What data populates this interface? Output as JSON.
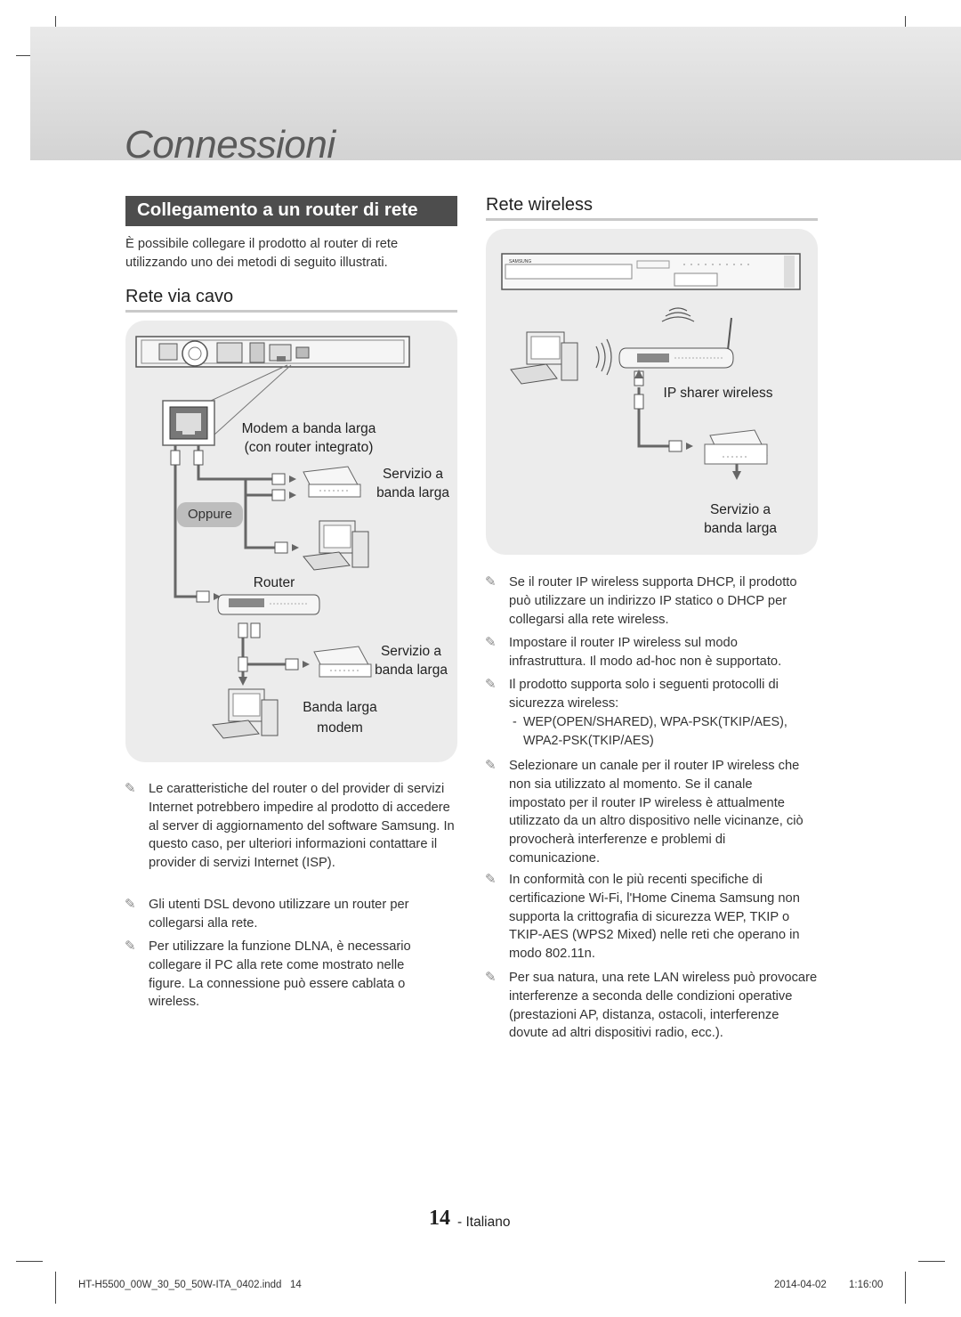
{
  "chapter_title": "Connessioni",
  "section_title": "Collegamento a un router di rete",
  "intro": "È possibile collegare il prodotto al router di rete utilizzando uno dei metodi di seguito illustrati.",
  "wired": {
    "heading": "Rete via cavo",
    "modem_label_1": "Modem a banda larga",
    "modem_label_2": "(con router integrato)",
    "service_1": "Servizio a",
    "service_2": "banda larga",
    "or_label": "Oppure",
    "router_label": "Router",
    "service_b_1": "Servizio a",
    "service_b_2": "banda larga",
    "bb_modem_1": "Banda larga",
    "bb_modem_2": "modem"
  },
  "wireless": {
    "heading": "Rete wireless",
    "ip_sharer": "IP sharer wireless",
    "service_1": "Servizio a",
    "service_2": "banda larga",
    "brand": "SAMSUNG"
  },
  "left_notes": [
    "Le caratteristiche del router o del provider di servizi Internet potrebbero impedire al prodotto di accedere al server di aggiornamento del software Samsung. In questo caso, per ulteriori informazioni contattare il provider di servizi Internet (ISP).",
    "Gli utenti DSL devono utilizzare un router per collegarsi alla rete.",
    "Per utilizzare la funzione DLNA, è necessario collegare il PC alla rete come mostrato nelle figure. La connessione può essere cablata o wireless."
  ],
  "right_notes": {
    "n1": "Se il router IP wireless supporta DHCP, il prodotto può utilizzare un indirizzo IP statico o DHCP per collegarsi alla rete wireless.",
    "n2": "Impostare il router IP wireless sul modo infrastruttura. Il modo ad-hoc non è supportato.",
    "n3": "Il prodotto supporta solo i seguenti protocolli di sicurezza wireless:",
    "n3_sub_dash": "-",
    "n3_sub": "WEP(OPEN/SHARED), WPA-PSK(TKIP/AES), WPA2-PSK(TKIP/AES)",
    "n4": "Selezionare un canale per il router IP wireless che non sia utilizzato al momento. Se il canale impostato per il router IP wireless è attualmente utilizzato da un altro dispositivo nelle vicinanze, ciò provocherà interferenze e problemi di comunicazione.",
    "n5": "In conformità con le più recenti specifiche di certificazione Wi-Fi, l'Home Cinema Samsung non supporta la crittografia di sicurezza WEP, TKIP o TKIP-AES (WPS2 Mixed) nelle reti che operano in modo 802.11n.",
    "n6": "Per sua natura, una rete LAN wireless può provocare interferenze a seconda delle condizioni operative (prestazioni AP, distanza, ostacoli, interferenze dovute ad altri dispositivi radio, ecc.)."
  },
  "note_icon": "✎",
  "page_number": "14",
  "page_language": "- Italiano",
  "footer": {
    "file": "HT-H5500_00W_30_50_50W-ITA_0402.indd   14",
    "date": "2014-04-02",
    "time": "1:16:00"
  }
}
